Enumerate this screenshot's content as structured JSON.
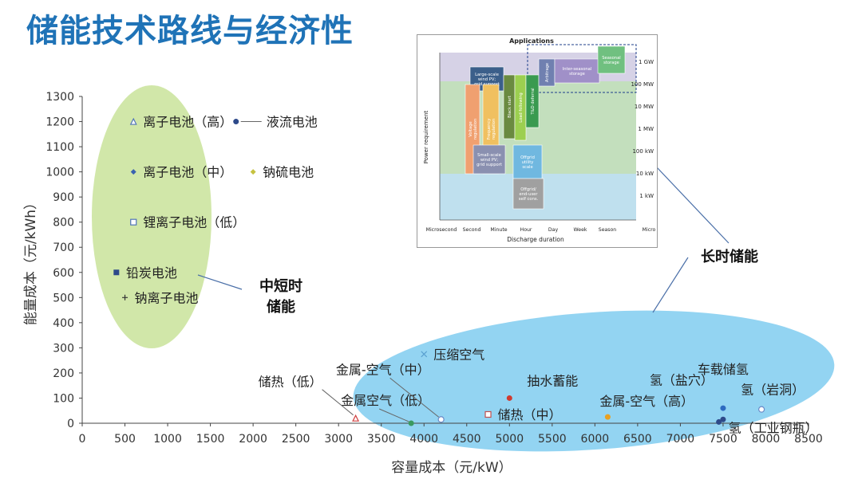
{
  "title": "储能技术路线与经济性",
  "chart_data": {
    "type": "scatter",
    "xlabel": "容量成本（元/kW）",
    "ylabel": "能量成本（元/kWh）",
    "xlim": [
      0,
      8500
    ],
    "ylim": [
      0,
      1300
    ],
    "xticks": [
      "0",
      "500",
      "1000",
      "1500",
      "2000",
      "2500",
      "3000",
      "3500",
      "4000",
      "4500",
      "5000",
      "5500",
      "6000",
      "6500",
      "7000",
      "7500",
      "8000",
      "8500"
    ],
    "yticks": [
      "0",
      "100",
      "200",
      "300",
      "400",
      "500",
      "600",
      "700",
      "800",
      "900",
      "1000",
      "1100",
      "1200",
      "1300"
    ],
    "points": [
      {
        "name": "离子电池（高）",
        "x": 600,
        "y": 1200,
        "marker": "triangle",
        "color": "#4f74b8"
      },
      {
        "name": "液流电池",
        "x": 1800,
        "y": 1200,
        "marker": "circle",
        "color": "#2e4a8a"
      },
      {
        "name": "离子电池（中）",
        "x": 600,
        "y": 1000,
        "marker": "diamond",
        "color": "#3a62b0"
      },
      {
        "name": "钠硫电池",
        "x": 2000,
        "y": 1000,
        "marker": "diamond",
        "color": "#c6c240"
      },
      {
        "name": "锂离子电池（低）",
        "x": 600,
        "y": 800,
        "marker": "square-open",
        "color": "#4f74b8"
      },
      {
        "name": "铅炭电池",
        "x": 400,
        "y": 600,
        "marker": "square",
        "color": "#2e4a8a"
      },
      {
        "name": "钠离子电池",
        "x": 500,
        "y": 500,
        "marker": "plus",
        "color": "#333333"
      },
      {
        "name": "压缩空气",
        "x": 4000,
        "y": 275,
        "marker": "x",
        "color": "#5aa0d0"
      },
      {
        "name": "抽水蓄能",
        "x": 5000,
        "y": 100,
        "marker": "circle",
        "color": "#d03a30"
      },
      {
        "name": "储热（低）",
        "x": 3200,
        "y": 20,
        "marker": "triangle-open",
        "color": "#d04040"
      },
      {
        "name": "金属空气（低）",
        "x": 3850,
        "y": 0,
        "marker": "circle",
        "color": "#3a9a60"
      },
      {
        "name": "金属-空气（中）",
        "x": 4200,
        "y": 15,
        "marker": "circle-open",
        "color": "#6a8ac8"
      },
      {
        "name": "储热（中）",
        "x": 4750,
        "y": 35,
        "marker": "square-open",
        "color": "#c05050"
      },
      {
        "name": "金属-空气（高）",
        "x": 6150,
        "y": 25,
        "marker": "circle",
        "color": "#e8a020"
      },
      {
        "name": "车载储氢",
        "x": 7500,
        "y": 60,
        "marker": "circle",
        "color": "#2e6ac0"
      },
      {
        "name": "氢（盐穴）",
        "x": 7500,
        "y": 15,
        "marker": "circle",
        "color": "#2e4a8a"
      },
      {
        "name": "氢（岩洞）",
        "x": 7950,
        "y": 55,
        "marker": "circle-open",
        "color": "#6a8ac8"
      },
      {
        "name": "氢（工业钢瓶）",
        "x": 7450,
        "y": 5,
        "marker": "circle",
        "color": "#2e4a8a"
      }
    ],
    "annotations": [
      {
        "text": "中短时\n储能"
      },
      {
        "text": "长时储能"
      }
    ]
  },
  "inset": {
    "title": "Applications",
    "ylabel": "Power requirement",
    "xlabel": "Discharge duration",
    "yticks": [
      "1 GW",
      "100 MW",
      "10 MW",
      "1 MW",
      "100 kW",
      "10 kW",
      "1 kW"
    ],
    "xticks": [
      "Microsecond",
      "Second",
      "Minute",
      "Hour",
      "Day",
      "Week",
      "Season",
      "Micro"
    ],
    "boxes": [
      {
        "label": "Large-scale\nwind PV;\ngrid support",
        "color": "#3b5f8a"
      },
      {
        "label": "Voltage\nregulation",
        "color": "#f0a070"
      },
      {
        "label": "Frequency\nregulation",
        "color": "#f0c060"
      },
      {
        "label": "Black start",
        "color": "#6a8a40"
      },
      {
        "label": "Load following",
        "color": "#9ccf50"
      },
      {
        "label": "T&D deferral",
        "color": "#3a9a50"
      },
      {
        "label": "Arbitrage",
        "color": "#7080b0"
      },
      {
        "label": "Inter-seasonal\nstorage",
        "color": "#a090c8"
      },
      {
        "label": "Seasonal\nstorage",
        "color": "#70c080"
      },
      {
        "label": "Small-scale\nwind PV;\ngrid support",
        "color": "#8a90b0"
      },
      {
        "label": "Offgrid\nutility\nscale",
        "color": "#70b8e0"
      },
      {
        "label": "Offgrid/\nend-user\nself cons.",
        "color": "#a0a0a0"
      }
    ]
  }
}
